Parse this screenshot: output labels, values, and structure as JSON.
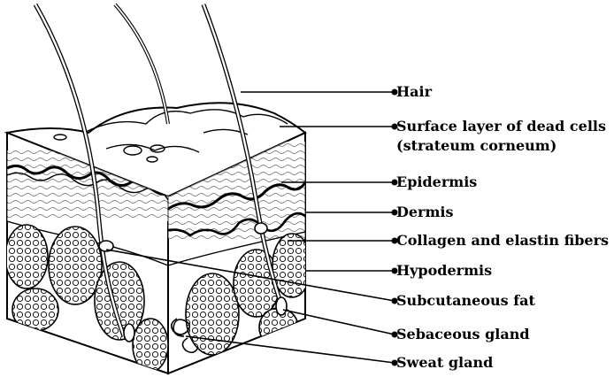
{
  "labels": {
    "hair": "Hair",
    "surface_line1": "Surface layer of dead cells",
    "surface_line2": "(strateum corneum)",
    "epidermis": "Epidermis",
    "dermis": "Dermis",
    "collagen": "Collagen and elastin fibers",
    "hypodermis": "Hypodermis",
    "subcutaneous_fat": "Subcutaneous fat",
    "sebaceous_gland": "Sebaceous gland",
    "sweat_gland": "Sweat gland"
  },
  "colors": {
    "ink": "#000000",
    "paper": "#ffffff"
  }
}
